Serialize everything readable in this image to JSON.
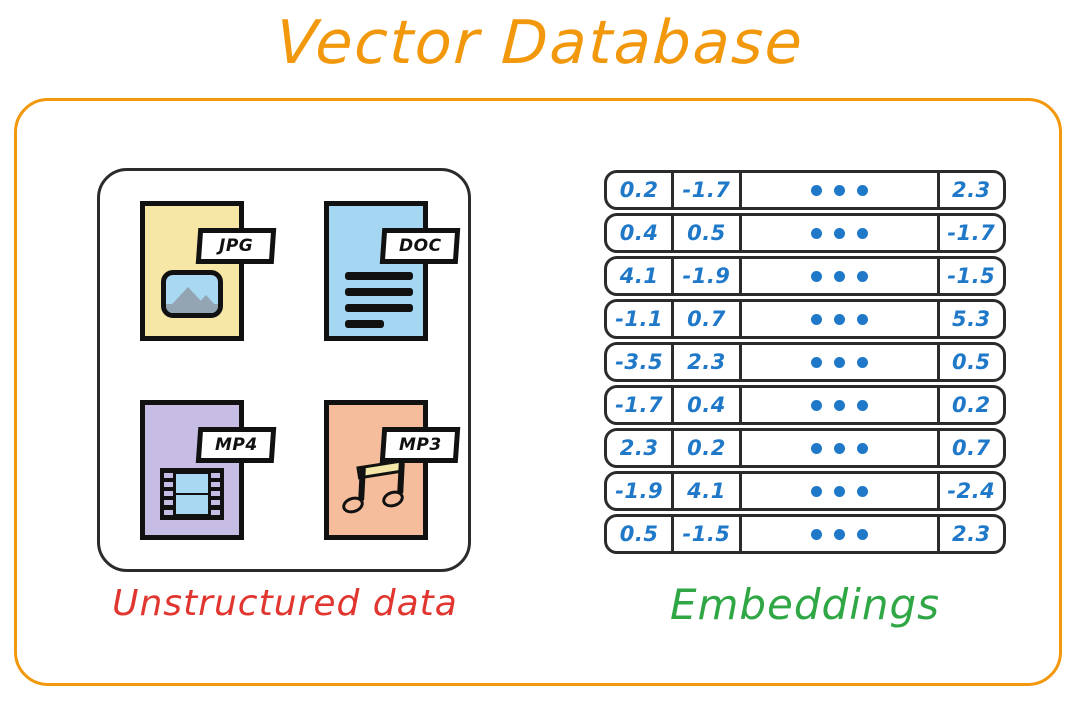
{
  "title": "Vector Database",
  "colors": {
    "title": "#F2980C",
    "frame_border": "#F2980C",
    "panel_border": "#2b2b2b",
    "number_text": "#1F78C8",
    "caption_left": "#E0362F",
    "caption_right": "#2FA745",
    "jpg_fill": "#F7E7A6",
    "doc_fill": "#A5D6F2",
    "mp4_fill": "#C6BCE4",
    "mp3_fill": "#F6BD9C"
  },
  "unstructured": {
    "caption": "Unstructured data",
    "files": [
      {
        "ext": "JPG",
        "icon": "image-icon"
      },
      {
        "ext": "DOC",
        "icon": "document-lines-icon"
      },
      {
        "ext": "MP4",
        "icon": "film-strip-icon"
      },
      {
        "ext": "MP3",
        "icon": "music-note-icon"
      }
    ]
  },
  "embeddings": {
    "caption": "Embeddings",
    "ellipsis": "•••",
    "rows": [
      {
        "c0": "0.2",
        "c1": "-1.7",
        "c3": "2.3"
      },
      {
        "c0": "0.4",
        "c1": "0.5",
        "c3": "-1.7"
      },
      {
        "c0": "4.1",
        "c1": "-1.9",
        "c3": "-1.5"
      },
      {
        "c0": "-1.1",
        "c1": "0.7",
        "c3": "5.3"
      },
      {
        "c0": "-3.5",
        "c1": "2.3",
        "c3": "0.5"
      },
      {
        "c0": "-1.7",
        "c1": "0.4",
        "c3": "0.2"
      },
      {
        "c0": "2.3",
        "c1": "0.2",
        "c3": "0.7"
      },
      {
        "c0": "-1.9",
        "c1": "4.1",
        "c3": "-2.4"
      },
      {
        "c0": "0.5",
        "c1": "-1.5",
        "c3": "2.3"
      }
    ]
  }
}
